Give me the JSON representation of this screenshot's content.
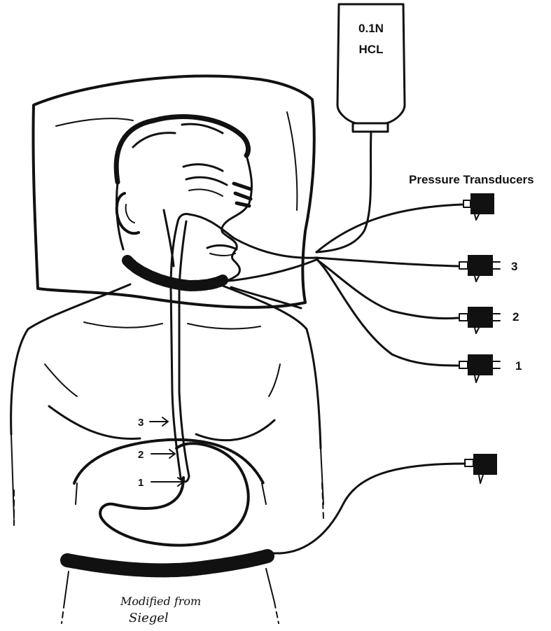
{
  "bottle": {
    "label_line1": "0.1N",
    "label_line2": "HCL"
  },
  "transducers": {
    "title": "Pressure Transducers",
    "labels": [
      "3",
      "2",
      "1"
    ]
  },
  "catheter_markers": [
    "3",
    "2",
    "1"
  ],
  "credit": {
    "line1": "Modified from",
    "line2": "Siegel"
  }
}
